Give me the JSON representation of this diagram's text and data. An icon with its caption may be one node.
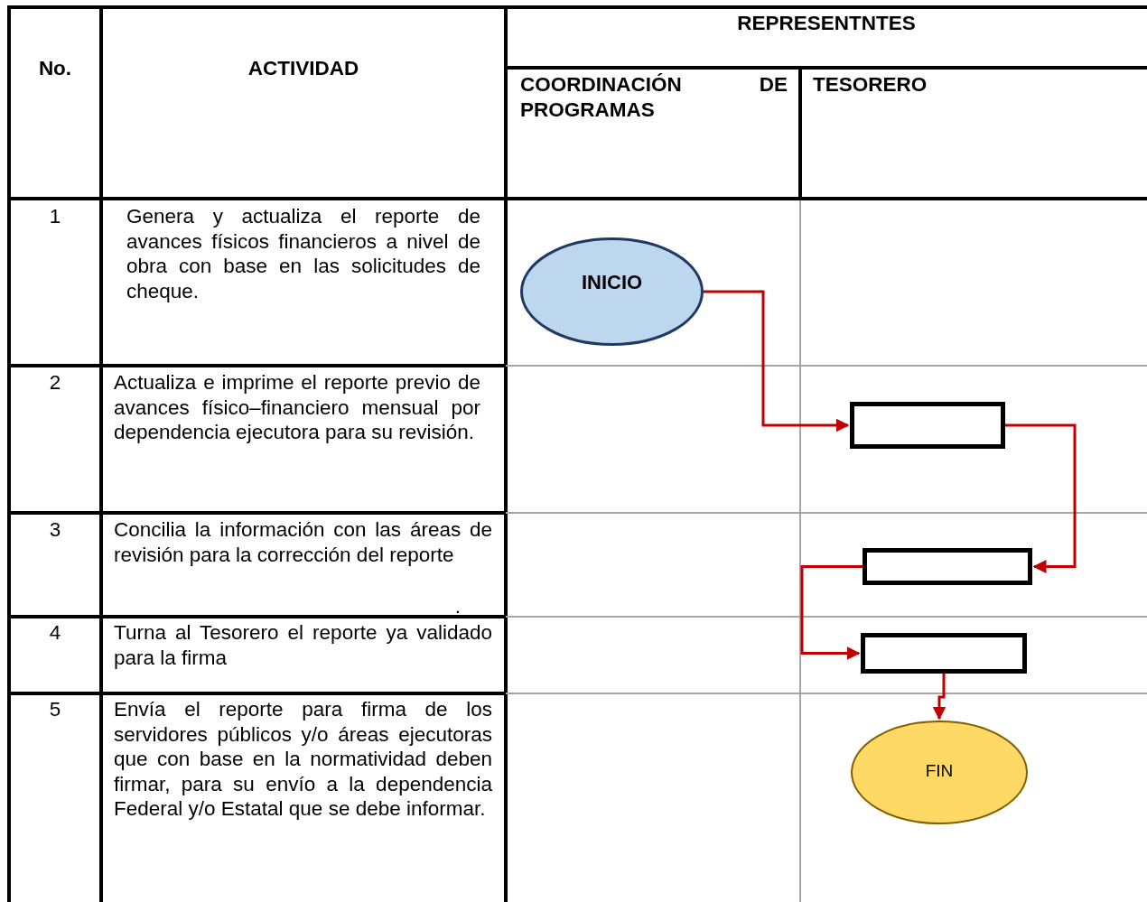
{
  "diagram": {
    "nodes": [
      {
        "text": [
          "INICIO"
        ]
      },
      {
        "text": [],
        "shape": "box"
      },
      {
        "text": [],
        "shape": "box"
      },
      {
        "text": [],
        "shape": "box"
      },
      {
        "text": [
          "FIN"
        ]
      }
    ],
    "edges": [
      {
        "from": 0,
        "to": 1,
        "arrow": "to"
      },
      {
        "from": 1,
        "to": 2,
        "arrow": "to"
      },
      {
        "from": 2,
        "to": 3,
        "arrow": "to"
      },
      {
        "from": 3,
        "to": 4,
        "arrow": "to"
      }
    ],
    "labels": [
      "No.",
      "ACTIVIDAD",
      "REPRESENTNTES",
      "COORDINACIÓN DE PROGRAMAS",
      "TESORERO",
      "1",
      "Genera y actualiza el reporte de avances físicos financieros a nivel de obra con base en las solicitudes de cheque.",
      "2",
      "Actualiza e imprime el reporte previo de avances físico–financiero mensual por dependencia ejecutora para su revisión.",
      "3",
      "Concilia la información con las áreas de revisión para la corrección del reporte",
      ".",
      "4",
      "Turna al Tesorero el reporte ya validado para la firma",
      "5",
      "Envía el reporte para firma de los servidores públicos y/o áreas ejecutoras que con base en la normatividad deben firmar, para su envío a la dependencia Federal y/o Estatal que se debe informar."
    ]
  }
}
